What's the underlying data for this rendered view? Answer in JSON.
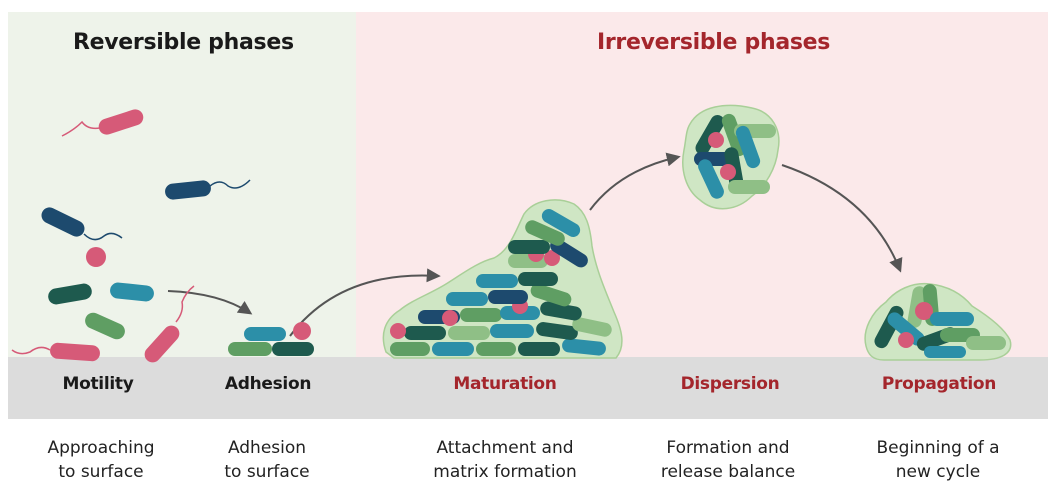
{
  "headers": {
    "reversible": "Reversible phases",
    "irreversible": "Irreversible phases"
  },
  "stages": [
    {
      "key": "motility",
      "label": "Motility",
      "desc_line1": "Approaching",
      "desc_line2": "to surface"
    },
    {
      "key": "adhesion",
      "label": "Adhesion",
      "desc_line1": "Adhesion",
      "desc_line2": "to surface"
    },
    {
      "key": "maturation",
      "label": "Maturation",
      "desc_line1": "Attachment and",
      "desc_line2": "matrix formation"
    },
    {
      "key": "dispersion",
      "label": "Dispersion",
      "desc_line1": "Formation and",
      "desc_line2": "release balance"
    },
    {
      "key": "propagation",
      "label": "Propagation",
      "desc_line1": "Beginning of a",
      "desc_line2": "new cycle"
    }
  ],
  "colors": {
    "reversible_bg": "#eef3ea",
    "irreversible_bg": "#fbe9ea",
    "surface": "#dcdcdc",
    "reversible_text": "#1a1a1a",
    "irreversible_text": "#a4262c",
    "matrix_fill": "#cfe6c4",
    "matrix_stroke": "#a9cf98",
    "bacteria_pink": "#d65a78",
    "bacteria_navy": "#1d4a6e",
    "bacteria_teal": "#2c8fa8",
    "bacteria_dark_green": "#1e5a4e",
    "bacteria_green": "#5f9e63",
    "bacteria_light_green": "#8fbf86",
    "arrow": "#555555"
  },
  "icons": [
    "bacterium-icon",
    "coccus-icon",
    "flagellum-icon",
    "curved-arrow-icon"
  ]
}
